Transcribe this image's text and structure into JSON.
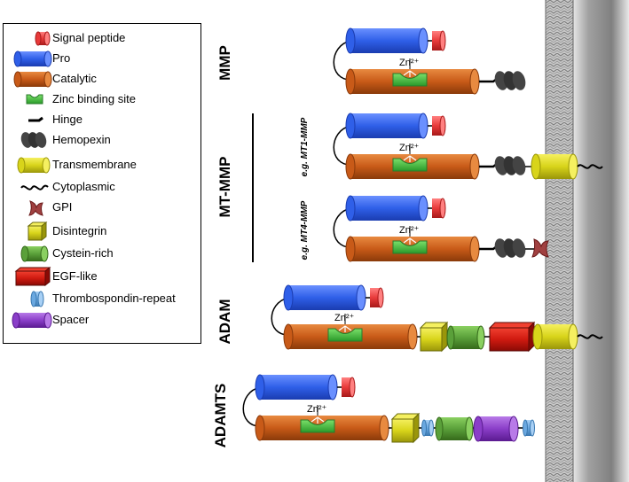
{
  "legend": {
    "items": [
      {
        "key": "signal",
        "label": "Signal peptide",
        "icon": "signal-peptide-icon",
        "color": "#e83a3a"
      },
      {
        "key": "pro",
        "label": "Pro",
        "icon": "pro-domain-icon",
        "color": "#2f5fe8"
      },
      {
        "key": "catalytic",
        "label": "Catalytic",
        "icon": "catalytic-domain-icon",
        "color": "#c85a18"
      },
      {
        "key": "zinc",
        "label": "Zinc binding site",
        "icon": "zinc-binding-site-icon",
        "color": "#3fc43a"
      },
      {
        "key": "hinge",
        "label": "Hinge",
        "icon": "hinge-icon",
        "color": "#000000"
      },
      {
        "key": "hemopexin",
        "label": "Hemopexin",
        "icon": "hemopexin-icon",
        "color": "#333333"
      },
      {
        "key": "transmembrane",
        "label": "Transmembrane",
        "icon": "transmembrane-icon",
        "color": "#d8d41a"
      },
      {
        "key": "cytoplasmic",
        "label": "Cytoplasmic",
        "icon": "cytoplasmic-tail-icon",
        "color": "#000000"
      },
      {
        "key": "gpi",
        "label": "GPI",
        "icon": "gpi-anchor-icon",
        "color": "#a04040"
      },
      {
        "key": "disintegrin",
        "label": "Disintegrin",
        "icon": "disintegrin-icon",
        "color": "#d8d41a"
      },
      {
        "key": "cystein",
        "label": "Cystein-rich",
        "icon": "cystein-rich-icon",
        "color": "#5aa03a"
      },
      {
        "key": "egf",
        "label": "EGF-like",
        "icon": "egf-like-icon",
        "color": "#d01a10"
      },
      {
        "key": "thrombo",
        "label": "Thrombospondin-repeat",
        "icon": "thrombospondin-repeat-icon",
        "color": "#6aa8e0"
      },
      {
        "key": "spacer",
        "label": "Spacer",
        "icon": "spacer-icon",
        "color": "#8a3ec8"
      }
    ]
  },
  "groups": {
    "mmp": "MMP",
    "mt_mmp": "MT-MMP",
    "adam": "ADAM",
    "adamts": "ADAMTS"
  },
  "examples": {
    "mt1": "e.g. MT1-MMP",
    "mt4": "e.g. MT4-MMP"
  },
  "zinc_label": "Zn²⁺"
}
